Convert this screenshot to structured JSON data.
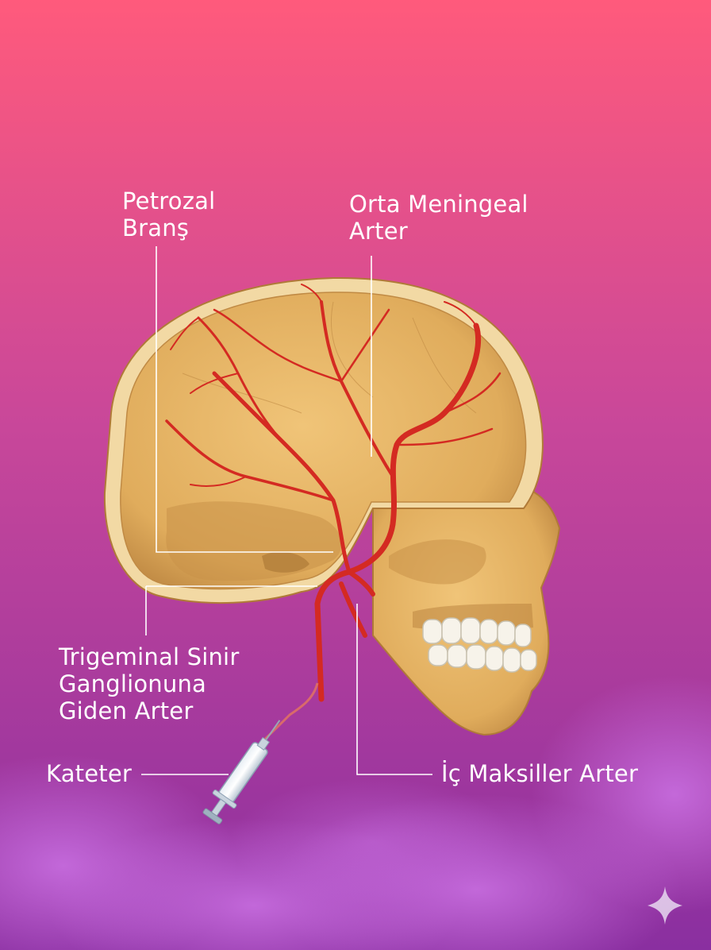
{
  "colors": {
    "bg_top": "#ff5a7c",
    "bg_mid": "#c24a9a",
    "bg_bottom": "#8a2fa0",
    "bone": "#e8b86a",
    "bone_shadow": "#c48f45",
    "artery": "#d42a22",
    "leader_line": "#ffffff",
    "text": "#ffffff"
  },
  "labels": {
    "petrosal": {
      "line1": "Petrozal",
      "line2": "Branş"
    },
    "middle_meningeal": {
      "line1": "Orta Meningeal",
      "line2": "Arter"
    },
    "trigeminal": {
      "line1": "Trigeminal Sinir",
      "line2": "Ganglionuna",
      "line3": "Giden Arter"
    },
    "catheter": {
      "text": "Kateter"
    },
    "internal_maxillary": {
      "text": "İç Maksiller Arter"
    }
  },
  "icons": {
    "corner": "sparkle-icon"
  }
}
